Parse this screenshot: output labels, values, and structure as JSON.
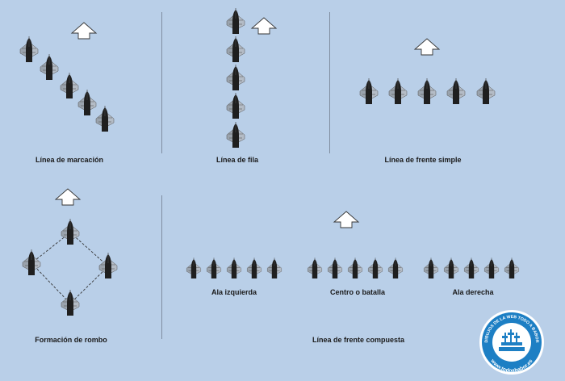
{
  "panels": {
    "marcacion": {
      "label": "Línea de marcación"
    },
    "fila": {
      "label": "Línea de fila"
    },
    "frente_simple": {
      "label": "Línea de frente simple"
    },
    "rombo": {
      "label": "Formación de rombo"
    },
    "frente_compuesta": {
      "label": "Línea de frente compuesta",
      "groups": {
        "izquierda": "Ala izquierda",
        "centro": "Centro o batalla",
        "derecha": "Ala derecha"
      }
    }
  },
  "logo": {
    "top_text": "DIBUJOS DE LA WEB TODO A BABOR",
    "bottom_text": "www.todoababor.es"
  },
  "colors": {
    "background": "#b9cfe8",
    "ship_hull": "#1f1f1f",
    "ship_sail": "#9aa3ad",
    "arrow_fill": "#ffffff",
    "logo_blue": "#1d7fc4"
  }
}
